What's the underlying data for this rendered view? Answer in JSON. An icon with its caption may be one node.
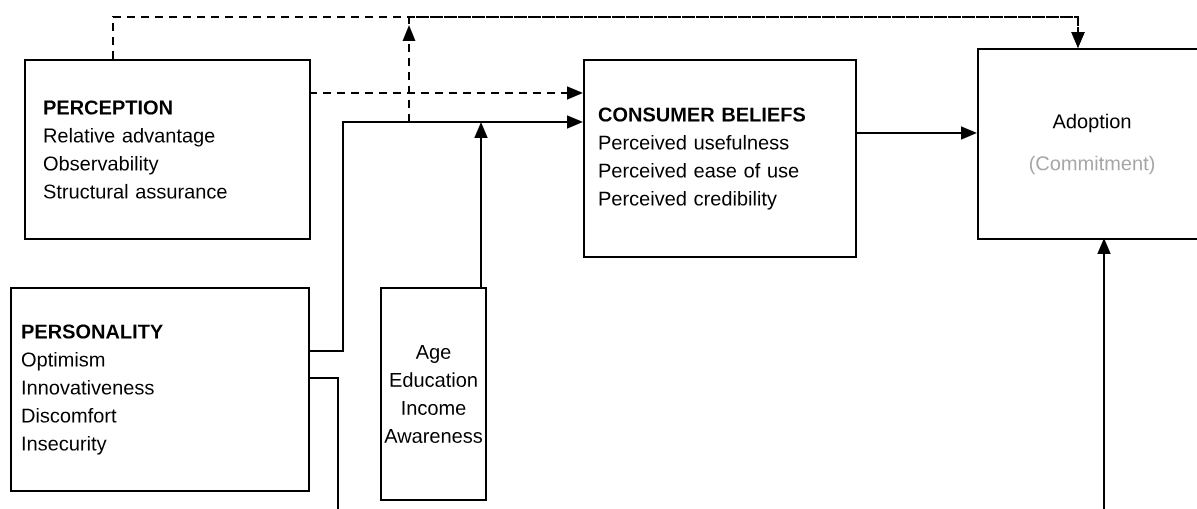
{
  "diagram": {
    "nodes": [
      {
        "text": [
          "PERCEPTION",
          "Relative advantage",
          "Observability",
          "Structural assurance"
        ]
      },
      {
        "text": [
          "CONSUMER BELIEFS",
          "Perceived usefulness",
          "Perceived ease of use",
          "Perceived credibility"
        ]
      },
      {
        "text": [
          "Adoption",
          "(Commitment)"
        ]
      },
      {
        "text": [
          "PERSONALITY",
          "Optimism",
          "Innovativeness",
          "Discomfort",
          "Insecurity"
        ]
      },
      {
        "text": [
          "Age",
          "Education",
          "Income",
          "Awareness"
        ]
      }
    ],
    "edges": [
      {
        "from": 0,
        "to": 1,
        "arrow": "to",
        "style": "dashed"
      },
      {
        "from": 0,
        "to": 2,
        "arrow": "to",
        "style": "dashed"
      },
      {
        "from": 3,
        "to": 1,
        "arrow": "to"
      },
      {
        "from": null,
        "to": 2,
        "arrow": "to",
        "style": "dashed"
      },
      {
        "from": 4,
        "to": null,
        "arrow": "to"
      },
      {
        "from": 3,
        "to": null,
        "arrow": "none"
      },
      {
        "from": null,
        "to": 2,
        "arrow": "to"
      },
      {
        "from": 1,
        "to": 2,
        "arrow": "to"
      }
    ]
  }
}
